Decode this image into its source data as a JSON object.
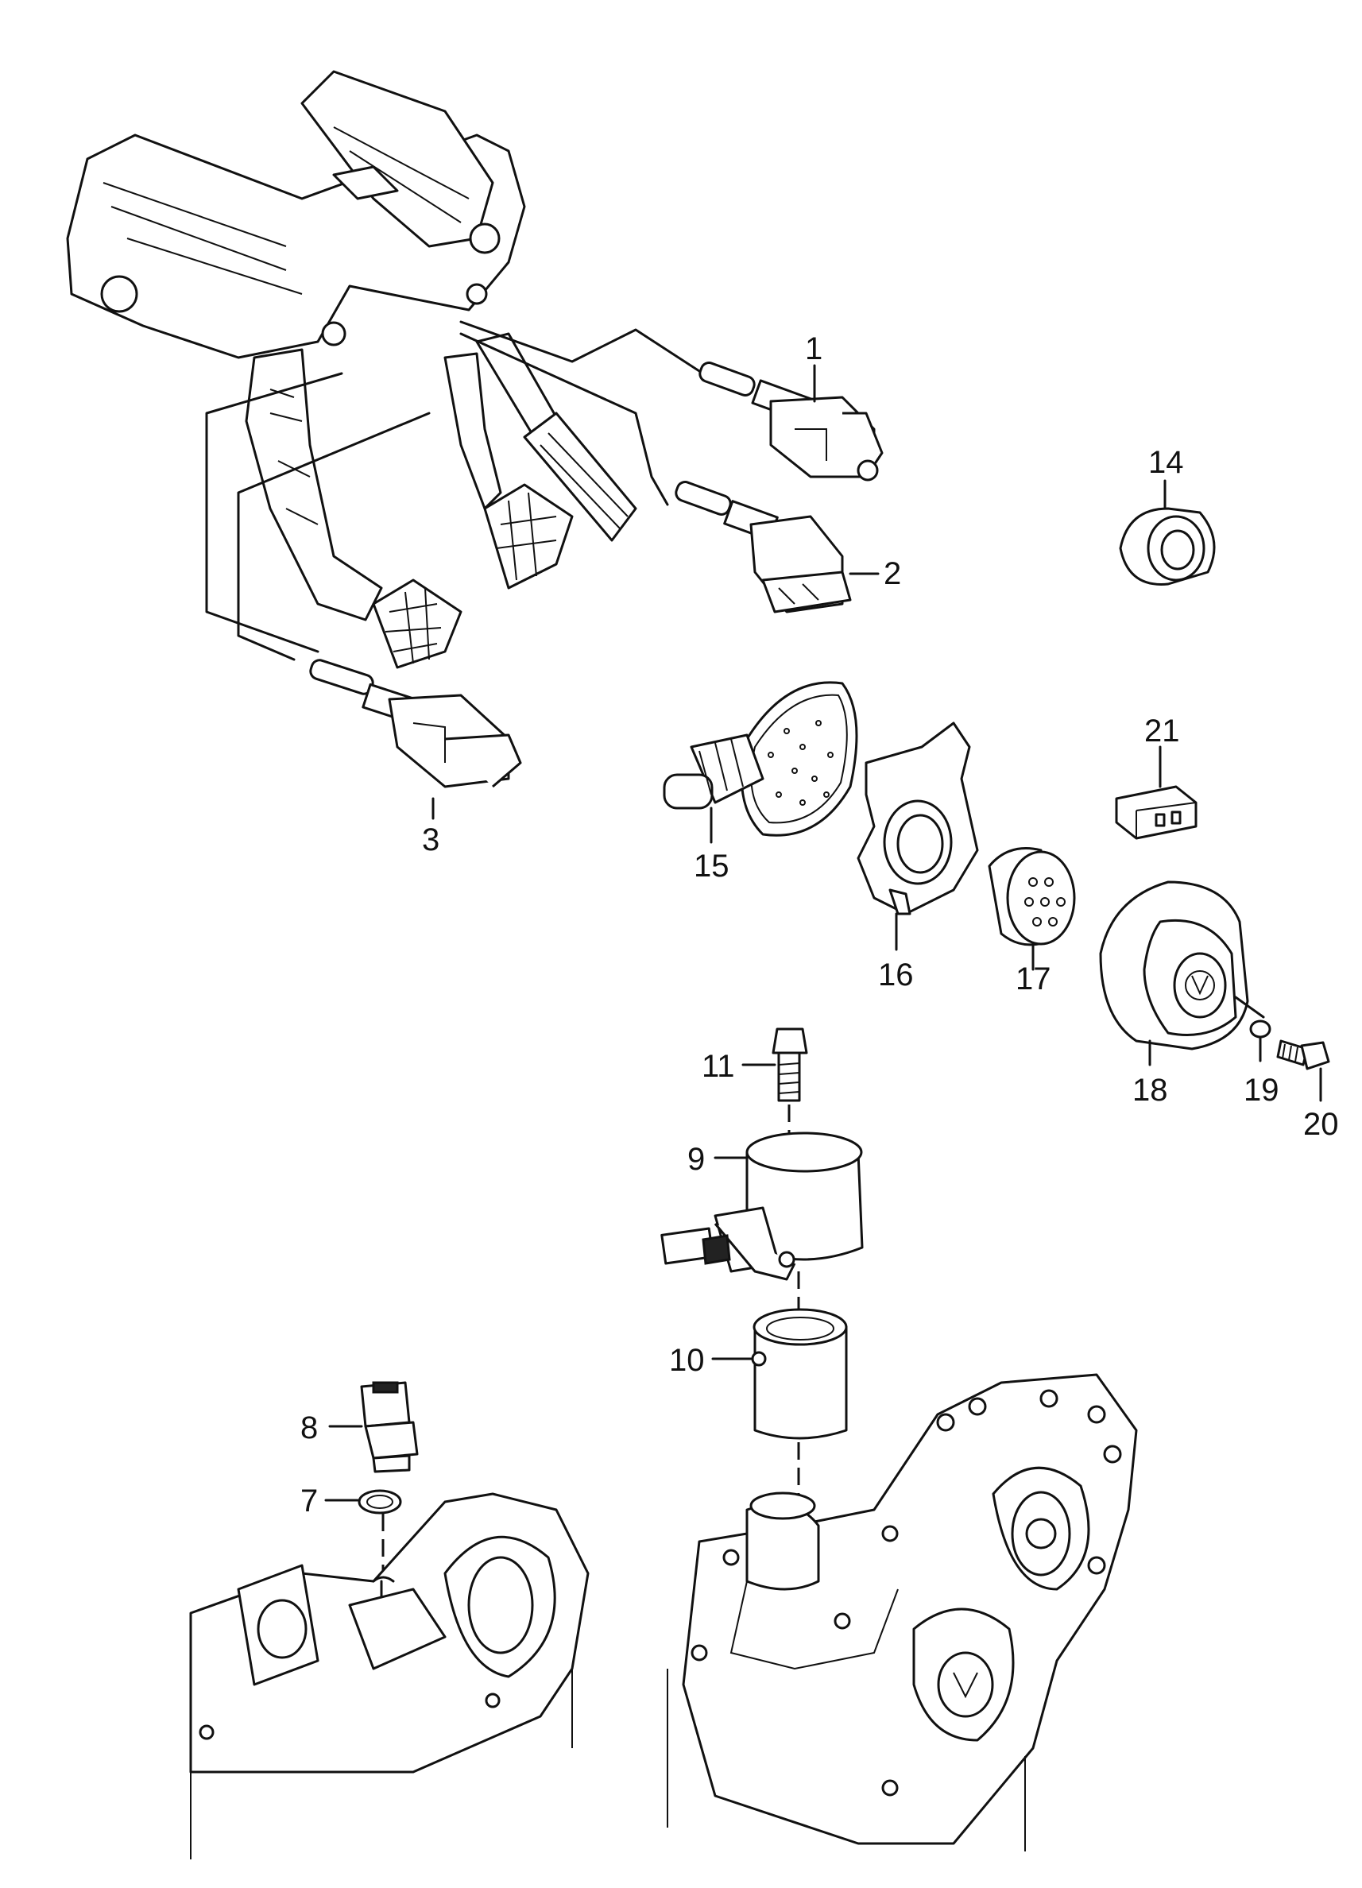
{
  "diagram": {
    "labels": {
      "p1": "1",
      "p2": "2",
      "p3": "3",
      "p7": "7",
      "p8": "8",
      "p9": "9",
      "p10": "10",
      "p11": "11",
      "p14": "14",
      "p15": "15",
      "p16": "16",
      "p17": "17",
      "p18": "18",
      "p19": "19",
      "p20": "20",
      "p21": "21"
    }
  }
}
